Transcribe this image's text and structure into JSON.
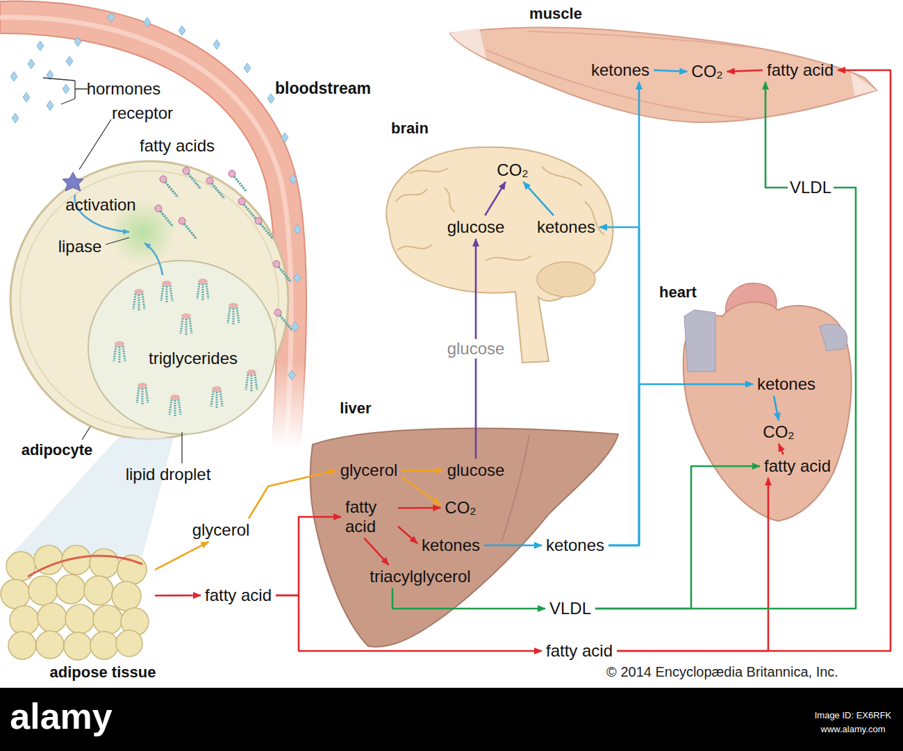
{
  "diagram": {
    "nodes": [
      {
        "text": [
          "adipocyte"
        ]
      },
      {
        "text": [
          "muscle"
        ]
      },
      {
        "text": [
          "ketones"
        ],
        "in": 1
      },
      {
        "text": [
          "CO₂"
        ],
        "in": 1
      },
      {
        "text": [
          "fatty acid"
        ],
        "in": 1
      },
      {
        "text": [
          "brain"
        ]
      },
      {
        "text": [
          "CO₂"
        ],
        "in": 5
      },
      {
        "text": [
          "glucose"
        ],
        "in": 5
      },
      {
        "text": [
          "ketones"
        ],
        "in": 5
      },
      {
        "text": [
          "heart"
        ]
      },
      {
        "text": [
          "ketones"
        ],
        "in": 9
      },
      {
        "text": [
          "CO₂"
        ],
        "in": 9
      },
      {
        "text": [
          "fatty acid"
        ],
        "in": 9
      },
      {
        "text": [
          "liver"
        ]
      },
      {
        "text": [
          "glycerol"
        ],
        "in": 13
      },
      {
        "text": [
          "glucose"
        ],
        "in": 13
      },
      {
        "text": [
          "fatty acid"
        ],
        "in": 13
      },
      {
        "text": [
          "CO₂"
        ],
        "in": 13
      },
      {
        "text": [
          "ketones"
        ],
        "in": 13
      },
      {
        "text": [
          "triacylglycerol"
        ],
        "in": 13
      },
      {
        "text": [
          "adipose tissue"
        ]
      },
      {
        "text": [
          "glycerol"
        ]
      },
      {
        "text": [
          "fatty acid"
        ]
      },
      {
        "text": [
          "ketones"
        ]
      },
      {
        "text": [
          "VLDL"
        ]
      },
      {
        "text": [
          "fatty acid"
        ]
      }
    ],
    "edges": [
      {
        "from": 20,
        "to": 21,
        "arrow": "to"
      },
      {
        "from": 21,
        "to": 14,
        "arrow": "to"
      },
      {
        "from": 20,
        "to": 22,
        "arrow": "to"
      },
      {
        "from": 22,
        "to": 16,
        "arrow": "to"
      },
      {
        "from": 22,
        "to": 25,
        "arrow": "to"
      },
      {
        "from": 25,
        "to": 12,
        "arrow": "to"
      },
      {
        "from": 25,
        "to": 4,
        "arrow": "to"
      },
      {
        "from": 14,
        "to": 15,
        "arrow": "to"
      },
      {
        "from": 14,
        "to": 17,
        "arrow": "to"
      },
      {
        "from": 16,
        "to": 17,
        "arrow": "to"
      },
      {
        "from": 16,
        "to": 18,
        "arrow": "to"
      },
      {
        "from": 16,
        "to": 19,
        "arrow": "to"
      },
      {
        "from": 15,
        "to": 7,
        "label": "glucose",
        "arrow": "to"
      },
      {
        "from": 18,
        "to": 23,
        "arrow": "to"
      },
      {
        "from": 23,
        "to": 2,
        "arrow": "to"
      },
      {
        "from": 23,
        "to": 8,
        "arrow": "to"
      },
      {
        "from": 23,
        "to": 10,
        "arrow": "to"
      },
      {
        "from": 19,
        "to": 24,
        "arrow": "to"
      },
      {
        "from": 24,
        "to": 12,
        "arrow": "to"
      },
      {
        "from": 24,
        "to": 4,
        "label": "VLDL",
        "arrow": "to"
      },
      {
        "from": 7,
        "to": 6,
        "arrow": "to"
      },
      {
        "from": 8,
        "to": 6,
        "arrow": "to"
      },
      {
        "from": 2,
        "to": 3,
        "arrow": "to"
      },
      {
        "from": 4,
        "to": 3,
        "arrow": "to"
      },
      {
        "from": 10,
        "to": 11,
        "arrow": "to"
      },
      {
        "from": 12,
        "to": 11,
        "arrow": "to"
      }
    ],
    "labels": [
      "hormones",
      "receptor",
      "fatty acids",
      "bloodstream",
      "activation",
      "lipase",
      "triglycerides",
      "lipid droplet",
      "© 2014 Encyclopædia Britannica, Inc.",
      "alamy",
      "Image ID: EX6RFK",
      "www.alamy.com"
    ]
  }
}
